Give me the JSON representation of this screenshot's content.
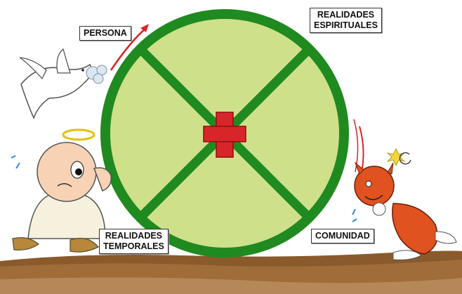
{
  "labels": {
    "persona": "PERSONA",
    "realidades_espirituales": [
      "REALIDADES",
      "ESPIRITUALES"
    ],
    "realidades_temporales": [
      "REALIDADES",
      "TEMPORALES"
    ],
    "comunidad": "COMUNIDAD"
  },
  "colors": {
    "wheel_fill": "#cfe08a",
    "wheel_rim": "#1f8a1f",
    "cross": "#d8252a",
    "ground": "#8a5a2b",
    "angel_robe": "#f6f1dc",
    "devil": "#e0521f"
  },
  "icons": [
    "dove-icon",
    "halo-icon",
    "angel-child-icon",
    "devil-icon",
    "motion-arrow-icon"
  ]
}
